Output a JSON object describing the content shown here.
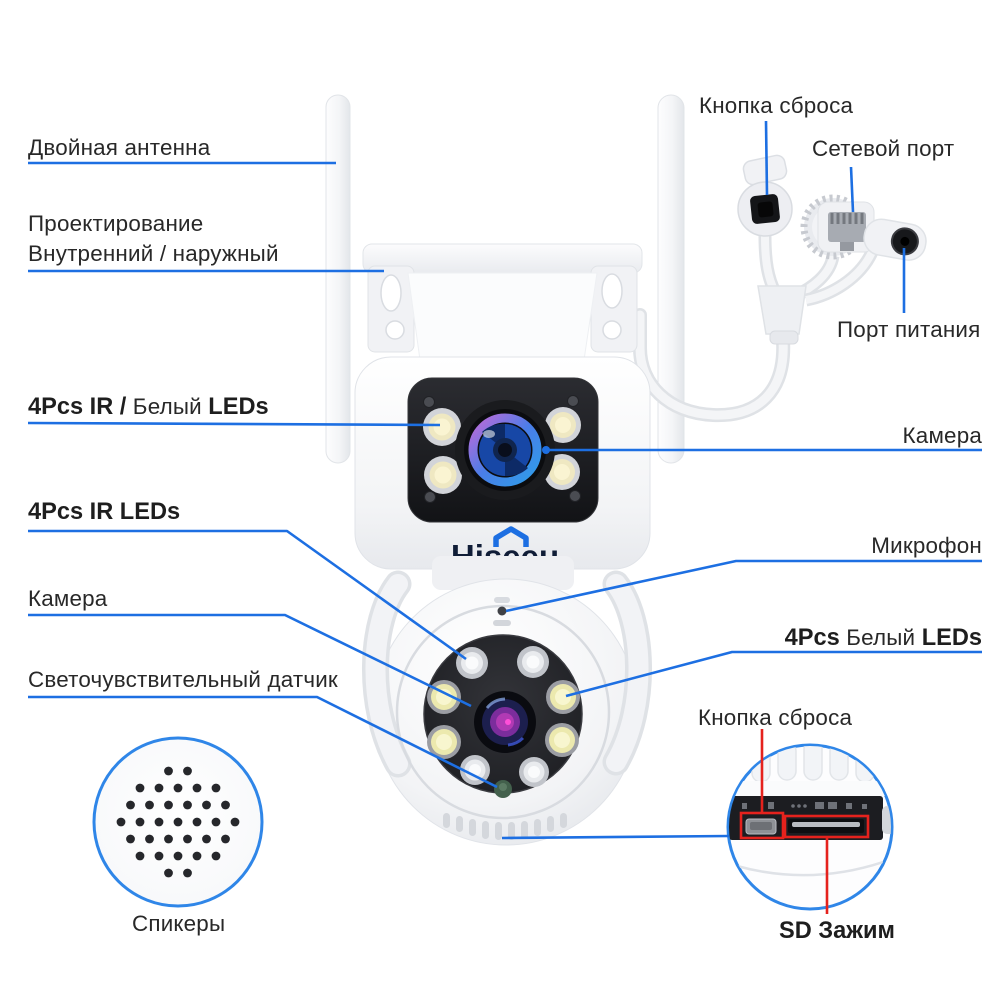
{
  "colors": {
    "callout_blue": "#1d6fe2",
    "inset_border_blue": "#2f86e8",
    "callout_red": "#e5221d",
    "text_ink": "#282828",
    "logo_navy": "#101d37"
  },
  "brand": {
    "logo_text": "Hiseeu"
  },
  "labels": {
    "dual_antenna": "Двойная антенна",
    "projection": {
      "line1": "Проектирование",
      "line2": "Внутренний / наружный"
    },
    "ir_white_leds": {
      "b1": "4Pcs IR /",
      "r": "Белый",
      "b2": "LEDs"
    },
    "ir_leds": "4Pcs IR LEDs",
    "camera_left": "Камера",
    "light_sensor": "Светочувствительный датчик",
    "speakers": "Спикеры",
    "reset_top": "Кнопка сброса",
    "network_port": "Сетевой порт",
    "power_port": "Порт питания",
    "camera_right": "Камера",
    "microphone": "Микрофон",
    "white_leds": {
      "b1": "4Pcs",
      "r": "Белый",
      "b2": "LEDs"
    },
    "reset_bottom": "Кнопка сброса",
    "sd_clip": "SD Зажим"
  }
}
